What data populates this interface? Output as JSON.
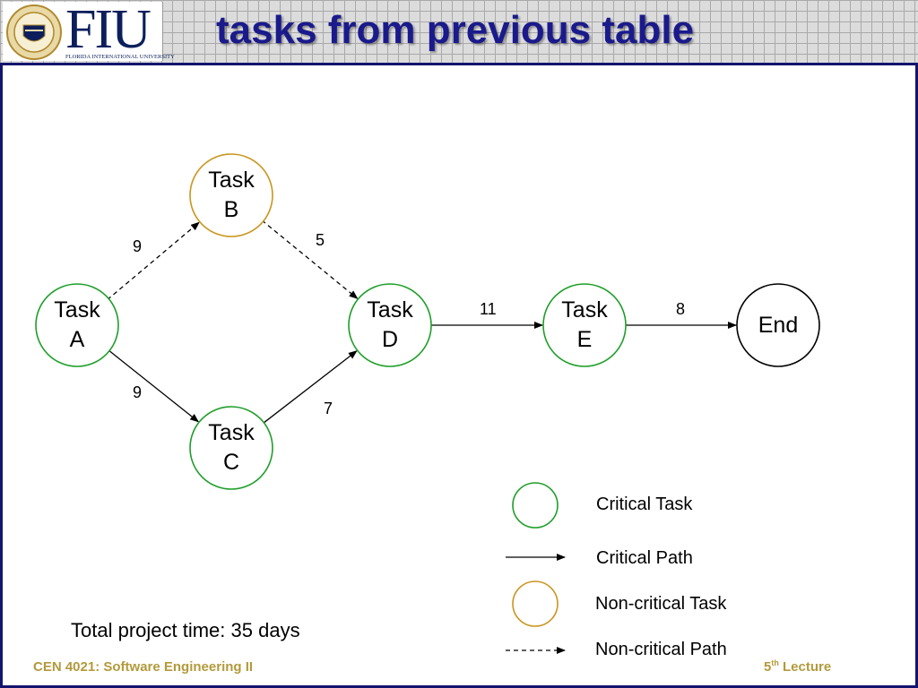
{
  "header": {
    "title": "tasks from previous table",
    "logo_text": "FIU",
    "logo_subtext": "FLORIDA INTERNATIONAL UNIVERSITY"
  },
  "colors": {
    "critical_node": "#1f9e2a",
    "noncritical_node": "#c9961e",
    "end_node": "#000000",
    "title": "#1a1a8c",
    "footer": "#b29a3c"
  },
  "diagram": {
    "nodes": [
      {
        "id": "task-a",
        "label": "Task\nA",
        "kind": "critical"
      },
      {
        "id": "task-b",
        "label": "Task\nB",
        "kind": "noncritical"
      },
      {
        "id": "task-c",
        "label": "Task\nC",
        "kind": "critical"
      },
      {
        "id": "task-d",
        "label": "Task\nD",
        "kind": "critical"
      },
      {
        "id": "task-e",
        "label": "Task\nE",
        "kind": "critical"
      },
      {
        "id": "end",
        "label": "End",
        "kind": "end"
      }
    ],
    "edges": [
      {
        "from": "task-a",
        "to": "task-b",
        "weight": "9",
        "style": "dashed"
      },
      {
        "from": "task-a",
        "to": "task-c",
        "weight": "9",
        "style": "solid"
      },
      {
        "from": "task-b",
        "to": "task-d",
        "weight": "5",
        "style": "dashed"
      },
      {
        "from": "task-c",
        "to": "task-d",
        "weight": "7",
        "style": "solid"
      },
      {
        "from": "task-d",
        "to": "task-e",
        "weight": "11",
        "style": "solid"
      },
      {
        "from": "task-e",
        "to": "end",
        "weight": "8",
        "style": "solid"
      }
    ]
  },
  "legend": {
    "critical_task": "Critical Task",
    "critical_path": "Critical Path",
    "noncritical_task": "Non-critical Task",
    "noncritical_path": "Non-critical Path"
  },
  "summary": {
    "total_time": "Total project time: 35 days"
  },
  "footer": {
    "course": "CEN 4021: Software Engineering II",
    "lecture_number": "5",
    "lecture_suffix": "th",
    "lecture_word": " Lecture"
  }
}
